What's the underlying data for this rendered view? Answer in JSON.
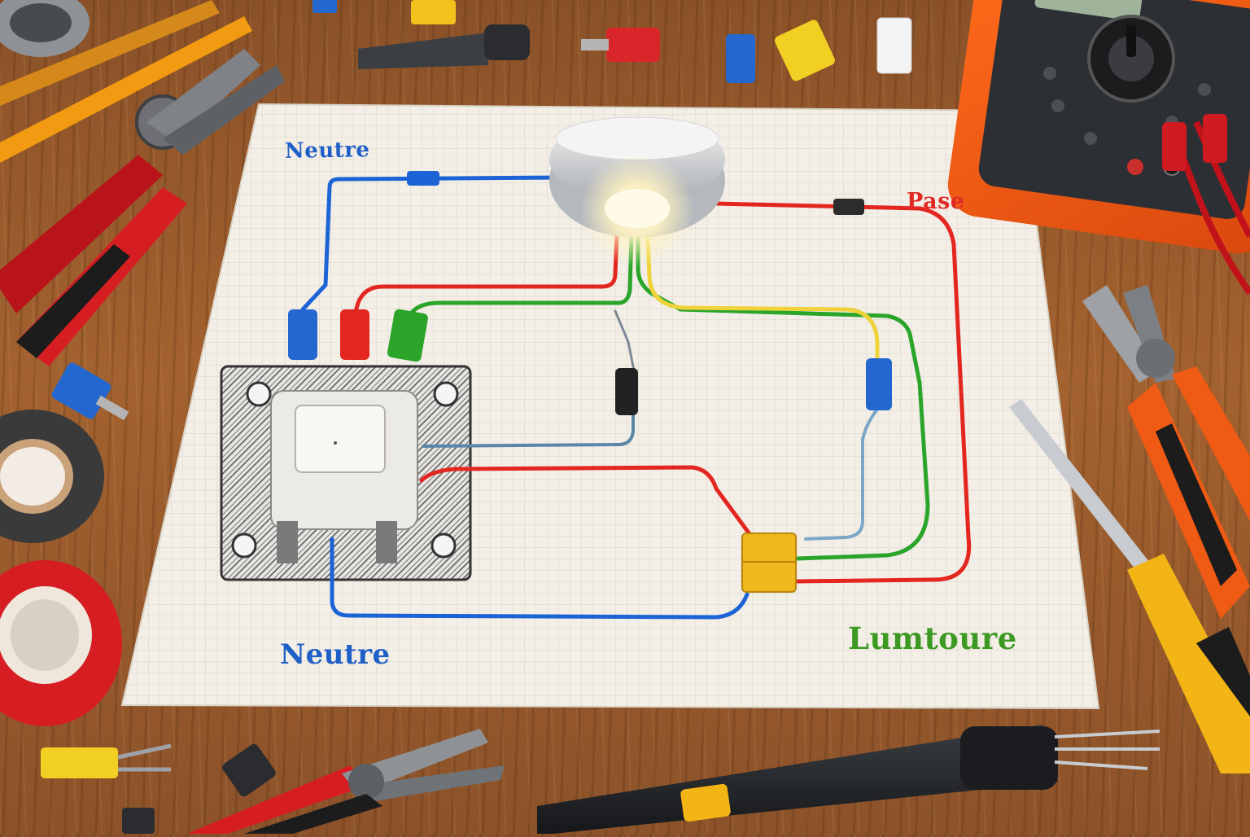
{
  "labels": {
    "neutral_top": "Neutre",
    "phase": "Pase",
    "neutral_bottom": "Neutre",
    "luminaire": "Lumtoure"
  },
  "colors": {
    "neutral_wire": "#1c63d6",
    "phase_wire": "#e3261f",
    "earth_wire": "#2aa52a",
    "return_wire": "#f0d23a",
    "label_neutral": "#1f5fc8",
    "label_phase": "#e02a24",
    "label_luminaire": "#3c9a22",
    "paper": "#f3efe7",
    "wood": "#a3622f",
    "tool_orange": "#ef5a14",
    "tool_red": "#d61e22"
  },
  "objects": {
    "lamp": "ceiling-light-fixture",
    "switch": "wall-light-switch",
    "junction_block": "yellow-wago-connector",
    "multimeter": "digital-multimeter",
    "tools": [
      "combination-pliers",
      "diagonal-cutters",
      "flathead-screwdriver",
      "soldering-iron",
      "insulating-tape-black",
      "insulating-tape-red",
      "wire-connectors"
    ]
  }
}
